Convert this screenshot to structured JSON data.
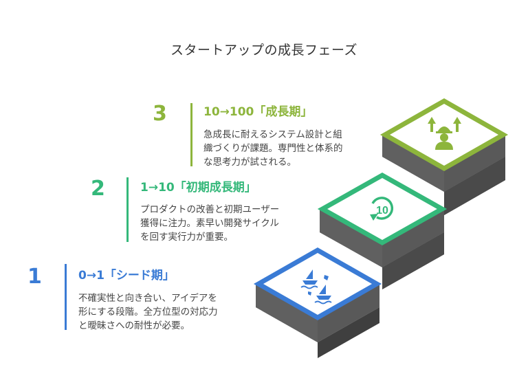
{
  "title": "スタートアップの成長フェーズ",
  "colors": {
    "stage1": "#3a7bd5",
    "stage2": "#34b87a",
    "stage3": "#8db53c",
    "stair_side": "#595959",
    "stair_front": "#3f3f3f"
  },
  "stages": [
    {
      "number": "1",
      "title": "0→1「シード期」",
      "desc_lines": [
        "不確実性と向き合い、アイデアを",
        "形にする段階。全方位型の対応力",
        "と曖昧さへの耐性が必要。"
      ],
      "icon": "sailing-boats-icon"
    },
    {
      "number": "2",
      "title": "1→10「初期成長期」",
      "desc_lines": [
        "プロダクトの改善と初期ユーザー",
        "獲得に注力。素早い開発サイクル",
        "を回す実行力が重要。"
      ],
      "icon": "rotate-ten-icon",
      "icon_text": "10"
    },
    {
      "number": "3",
      "title": "10→100「成長期」",
      "desc_lines": [
        "急成長に耐えるシステム設計と組",
        "織づくりが課題。専門性と体系的",
        "な思考力が試される。"
      ],
      "icon": "worker-growth-icon"
    }
  ]
}
